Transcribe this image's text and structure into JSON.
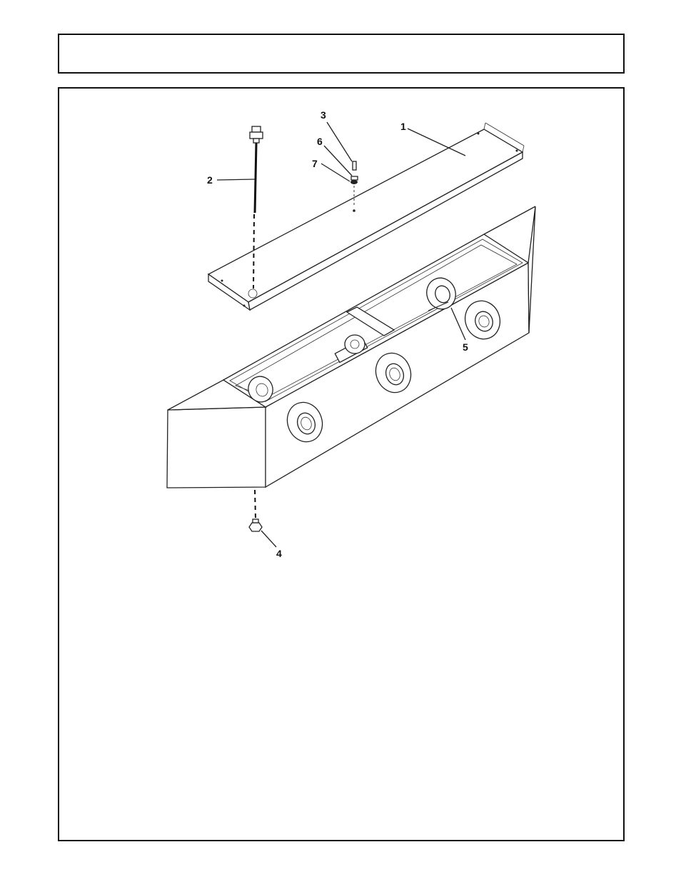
{
  "header": {
    "title": ""
  },
  "callouts": [
    {
      "id": "1",
      "label": "1"
    },
    {
      "id": "2",
      "label": "2"
    },
    {
      "id": "3",
      "label": "3"
    },
    {
      "id": "4",
      "label": "4"
    },
    {
      "id": "5",
      "label": "5"
    },
    {
      "id": "6",
      "label": "6"
    },
    {
      "id": "7",
      "label": "7"
    }
  ]
}
